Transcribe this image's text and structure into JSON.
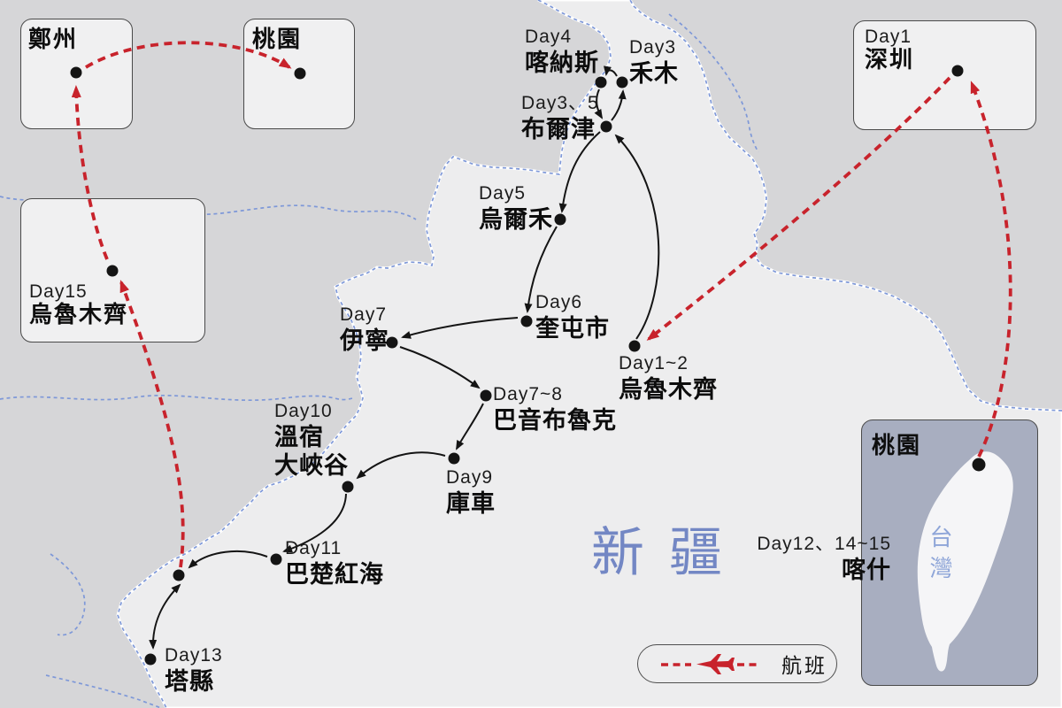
{
  "map": {
    "region_label": "新疆"
  },
  "legend": {
    "flight_label": "航班"
  },
  "stops": [
    {
      "id": "kanas",
      "day": "Day4",
      "city_lines": [
        "喀納斯"
      ]
    },
    {
      "id": "hemu",
      "day": "Day3",
      "city_lines": [
        "禾木"
      ]
    },
    {
      "id": "burqin",
      "day": "Day3、5",
      "city_lines": [
        "布爾津"
      ]
    },
    {
      "id": "wuerhe",
      "day": "Day5",
      "city_lines": [
        "烏爾禾"
      ]
    },
    {
      "id": "kuitun",
      "day": "Day6",
      "city_lines": [
        "奎屯市"
      ]
    },
    {
      "id": "urumqi-day1",
      "day": "Day1~2",
      "city_lines": [
        "烏魯木齊"
      ]
    },
    {
      "id": "yining",
      "day": "Day7",
      "city_lines": [
        "伊寧"
      ]
    },
    {
      "id": "bayinbuluke",
      "day": "Day7~8",
      "city_lines": [
        "巴音布魯克"
      ]
    },
    {
      "id": "kuche",
      "day": "Day9",
      "city_lines": [
        "庫車"
      ]
    },
    {
      "id": "wensu",
      "day": "Day10",
      "city_lines": [
        "溫宿",
        "大峽谷"
      ]
    },
    {
      "id": "bachu",
      "day": "Day11",
      "city_lines": [
        "巴楚紅海"
      ]
    },
    {
      "id": "kashgar",
      "day": "Day12、14~15",
      "city_lines": [
        "喀什"
      ]
    },
    {
      "id": "taxian",
      "day": "Day13",
      "city_lines": [
        "塔縣"
      ]
    }
  ],
  "insets": [
    {
      "id": "zhengzhou",
      "day": "",
      "city": "鄭州"
    },
    {
      "id": "taoyuan-north",
      "day": "",
      "city": "桃園"
    },
    {
      "id": "shenzhen",
      "day": "Day1",
      "city": "深圳"
    },
    {
      "id": "urumqi-day15",
      "day": "Day15",
      "city": "烏魯木齊"
    },
    {
      "id": "taoyuan-taiwan",
      "day": "",
      "city": "桃園",
      "island_label": "台灣"
    }
  ],
  "colors": {
    "flight_red": "#c8232c",
    "border_blue": "#7e98d8",
    "land_light": "#ededee",
    "land_dark": "#d6d6d8",
    "watermark_blue": "#7387c4"
  }
}
